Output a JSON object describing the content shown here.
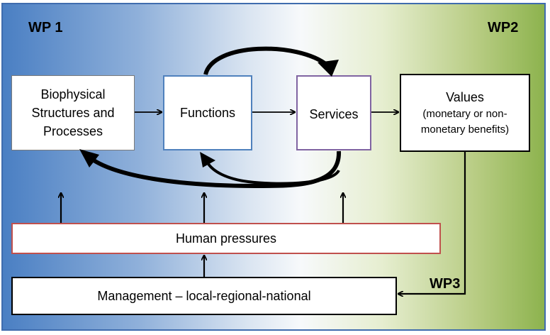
{
  "labels": {
    "wp1": "WP 1",
    "wp2": "WP2",
    "wp3": "WP3"
  },
  "boxes": {
    "biophysical": {
      "line1": "Biophysical",
      "line2": "Structures and",
      "line3": "Processes"
    },
    "functions": "Functions",
    "services": "Services",
    "values": {
      "title": "Values",
      "line1": "(monetary or non-",
      "line2": "monetary benefits)"
    },
    "human_pressures": "Human pressures",
    "management": "Management – local-regional-national"
  },
  "colors": {
    "functions_border": "#4f81bd",
    "services_border": "#8064a2",
    "human_pressures_border": "#c0504d",
    "frame_border": "#3f6cae"
  }
}
